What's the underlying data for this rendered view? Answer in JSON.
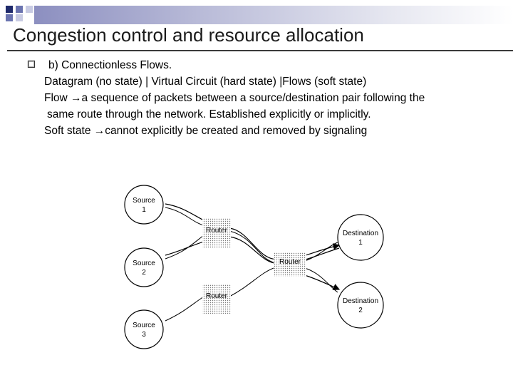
{
  "slide": {
    "title": "Congestion control and resource allocation",
    "bullet": {
      "heading": "b) Connectionless Flows.",
      "line1": "Datagram (no state) | Virtual Circuit  (hard state) |Flows (soft state)",
      "line2_prefix": "Flow ",
      "line2_suffix": "a sequence of packets between a source/destination pair following the",
      "line3": "same route through the network. Established explicitly or implicitly.",
      "line4_prefix": "Soft state ",
      "line4_suffix": "cannot explicitly be created and removed by signaling",
      "arrow_glyph": "→"
    }
  },
  "diagram": {
    "sources": [
      {
        "line1": "Source",
        "line2": "1"
      },
      {
        "line1": "Source",
        "line2": "2"
      },
      {
        "line1": "Source",
        "line2": "3"
      }
    ],
    "destinations": [
      {
        "line1": "Destination",
        "line2": "1"
      },
      {
        "line1": "Destination",
        "line2": "2"
      }
    ],
    "routers": [
      {
        "label": "Router"
      },
      {
        "label": "Router"
      },
      {
        "label": "Router"
      }
    ]
  },
  "colors": {
    "square_dark": "#1f2a6b",
    "square_mid": "#6b74b0",
    "square_light": "#c8cbe3",
    "router_dots": "#777777"
  }
}
